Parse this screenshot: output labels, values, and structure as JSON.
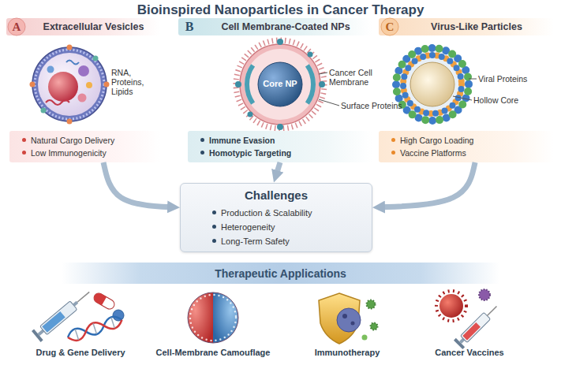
{
  "diagram": {
    "title": "Bioinspired Nanoparticles in Cancer Therapy",
    "nodes": [
      {
        "text": [
          "Extracellular Vesicles"
        ]
      },
      {
        "text": [
          "A"
        ],
        "in": 0
      },
      {
        "text": [
          "Cell Membrane-Coated NPs"
        ]
      },
      {
        "text": [
          "B"
        ],
        "in": 2
      },
      {
        "text": [
          "Virus-Like Particles"
        ]
      },
      {
        "text": [
          "C"
        ],
        "in": 4
      },
      {
        "text": [
          "Natural Cargo Delivery",
          "Low Immunogenicity"
        ]
      },
      {
        "text": [
          "Immune Evasion",
          "Homotypic Targeting"
        ]
      },
      {
        "text": [
          "High Cargo Loading",
          "Vaccine Platforms"
        ]
      },
      {
        "text": [
          "Challenges",
          "Production & Scalability",
          "Heterogeneity",
          "Long-Term Safety"
        ]
      },
      {
        "text": [
          "Therapeutic Applications"
        ]
      }
    ],
    "edges": [
      {
        "from": 6,
        "to": 9,
        "arrow": "to"
      },
      {
        "from": 7,
        "to": 9,
        "arrow": "to"
      },
      {
        "from": 8,
        "to": 9,
        "arrow": "to"
      }
    ],
    "labels": [
      "RNA, Proteins, Lipids",
      "Core NP",
      "Cancer Cell Membrane",
      "Surface Proteins",
      "Viral Proteins",
      "Hollow Core",
      "Drug & Gene Delivery",
      "Cell-Membrane Camouflage",
      "Immunotherapy",
      "Cancer Vaccines"
    ]
  }
}
